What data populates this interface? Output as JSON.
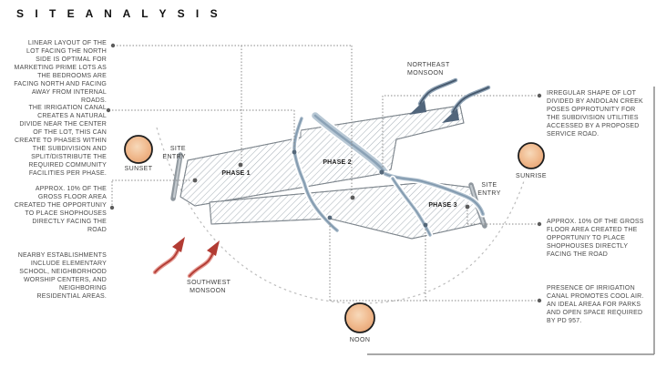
{
  "title": "S I T E   A N A L Y S I S",
  "left_annotations": [
    {
      "text": "LINEAR LAYOUT OF THE LOT FACING THE NORTH SIDE IS OPTIMAL FOR MARKETING PRIME LOTS AS THE BEDROOMS ARE FACING NORTH AND FACING AWAY FROM INTERNAL ROADS."
    },
    {
      "text": "THE IRRIGATION CANAL CREATES A NATURAL DIVIDE NEAR THE CENTER OF THE LOT, THIS CAN CREATE TO PHASES WITHIN THE SUBDIVISION AND SPLIT/DISTRIBUTE THE REQUIRED COMMUNITY FACILITIES PER PHASE."
    },
    {
      "text": "APPROX. 10% OF THE GROSS FLOOR AREA CREATED THE OPPORTUNIY TO PLACE SHOPHOUSES DIRECTLY FACING THE ROAD"
    },
    {
      "text": "NEARBY ESTABLISHMENTS INCLUDE ELEMENTARY SCHOOL, NEIGHBORHOOD WORSHIP CENTERS, AND NEIGHBORING RESIDENTIAL AREAS."
    }
  ],
  "right_annotations": [
    {
      "text": "IRREGULAR SHAPE OF LOT DIVIDED BY ANDOLAN CREEK POSES OPPROTUNITY FOR THE SUBDIVISION UTILITIES ACCESSED BY A PROPOSED SERVICE ROAD."
    },
    {
      "text": "APPROX. 10% OF THE GROSS FLOOR AREA CREATED THE OPPORTUNIY TO PLACE SHOPHOUSES DIRECTLY FACING THE ROAD"
    },
    {
      "text": "PRESENCE OF IRRIGATION CANAL PROMOTES COOL AIR. AN IDEAL AREAA FOR PARKS AND OPEN SPACE REQUIRED BY PD 957."
    }
  ],
  "suns": {
    "sunset": "SUNSET",
    "noon": "NOON",
    "sunrise": "SUNRISE"
  },
  "winds": {
    "northeast": "NORTHEAST\nMONSOON",
    "southwest": "SOUTHWEST\nMONSOON"
  },
  "site_plan": {
    "phase1": "PHASE 1",
    "phase2": "PHASE 2",
    "phase3": "PHASE 3",
    "entry_left": "SITE\nENTRY",
    "entry_right": "SITE\nENTRY"
  },
  "colors": {
    "sun_fill": "#f0b98d",
    "water": "#8ba2b6",
    "northeast_wind": "#51657b",
    "southwest_wind": "#b23b33",
    "hatch_line": "#aab3ba",
    "annotation_text": "#4a4a4a",
    "connector": "#8a8a8a"
  }
}
